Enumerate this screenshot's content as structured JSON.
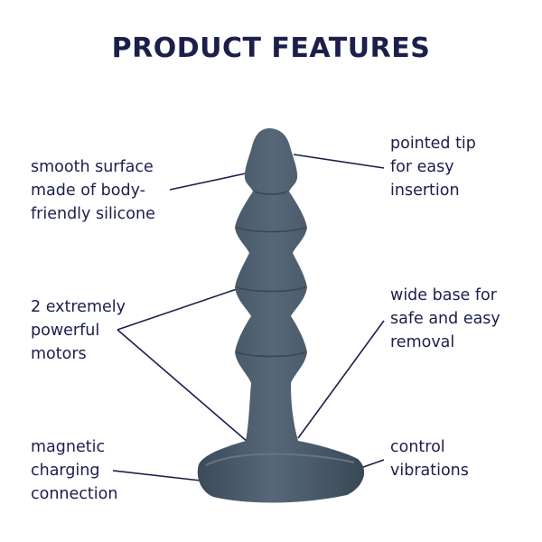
{
  "title": "PRODUCT FEATURES",
  "colors": {
    "text": "#1b1f4b",
    "product": "#4a5a6a",
    "line": "#1b1f4b",
    "background": "#ffffff"
  },
  "features_left": [
    {
      "lines": [
        "smooth surface",
        "made of body-",
        "friendly silicone"
      ]
    },
    {
      "lines": [
        "2 extremely",
        "powerful",
        "motors"
      ]
    },
    {
      "lines": [
        "magnetic",
        "charging",
        "connection"
      ]
    }
  ],
  "features_right": [
    {
      "lines": [
        "pointed tip",
        "for easy",
        "insertion"
      ]
    },
    {
      "lines": [
        "wide base for",
        "safe and easy",
        "removal"
      ]
    },
    {
      "lines": [
        "control",
        "vibrations"
      ]
    }
  ]
}
